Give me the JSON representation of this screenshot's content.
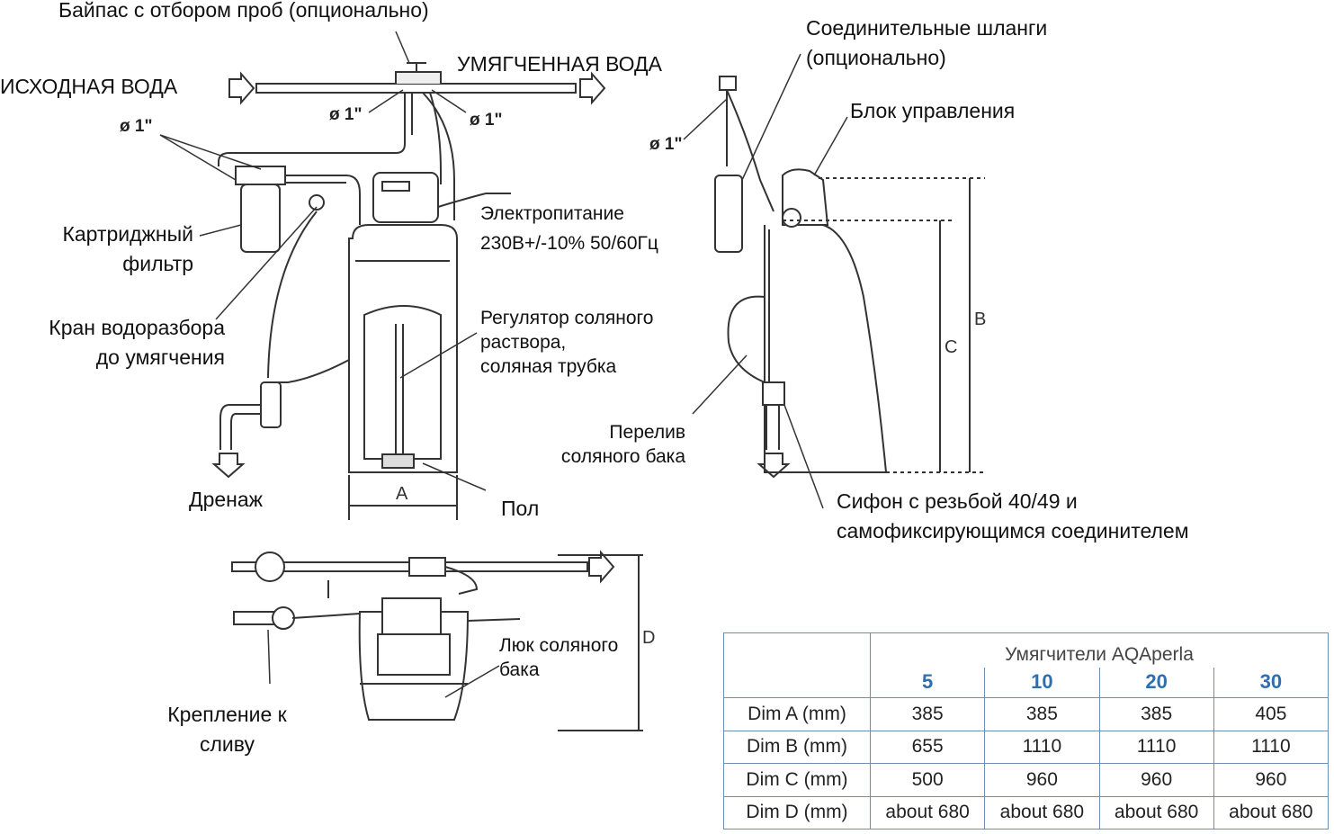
{
  "labels": {
    "bypass": "Байпас с отбором проб (опционально)",
    "raw_water": "ИСХОДНАЯ ВОДА",
    "soft_water": "УМЯГЧЕННАЯ ВОДА",
    "diameter": "ø 1\"",
    "cartridge_filter_1": "Картриджный",
    "cartridge_filter_2": "фильтр",
    "tap_1": "Кран водоразбора",
    "tap_2": "до умягчения",
    "drain": "Дренаж",
    "floor": "Пол",
    "power_1": "Электропитание",
    "power_2": "230В+/-10% 50/60Гц",
    "brine_1": "Регулятор соляного",
    "brine_2": "раствора,",
    "brine_3": "соляная  трубка",
    "hoses_1": "Соединительные шланги",
    "hoses_2": "(опционально)",
    "control_unit": "Блок управления",
    "overflow_1": "Перелив",
    "overflow_2": "соляного бака",
    "siphon_1": "Сифон с резьбой 40/49 и",
    "siphon_2": "самофиксирующимся соединителем",
    "hatch_1": "Люк соляного",
    "hatch_2": "бака",
    "mount_1": "Крепление к",
    "mount_2": "сливу",
    "dim_a": "A",
    "dim_b": "B",
    "dim_c": "C",
    "dim_d": "D"
  },
  "table": {
    "title": "Умягчители AQAperla",
    "models": [
      "5",
      "10",
      "20",
      "30"
    ],
    "rows": [
      {
        "label": "Dim A (mm)",
        "values": [
          "385",
          "385",
          "385",
          "405"
        ]
      },
      {
        "label": "Dim B (mm)",
        "values": [
          "655",
          "1110",
          "1110",
          "1110"
        ]
      },
      {
        "label": "Dim C (mm)",
        "values": [
          "500",
          "960",
          "960",
          "960"
        ]
      },
      {
        "label": "Dim D (mm)",
        "values": [
          "about 680",
          "about 680",
          "about 680",
          "about 680"
        ]
      }
    ]
  }
}
